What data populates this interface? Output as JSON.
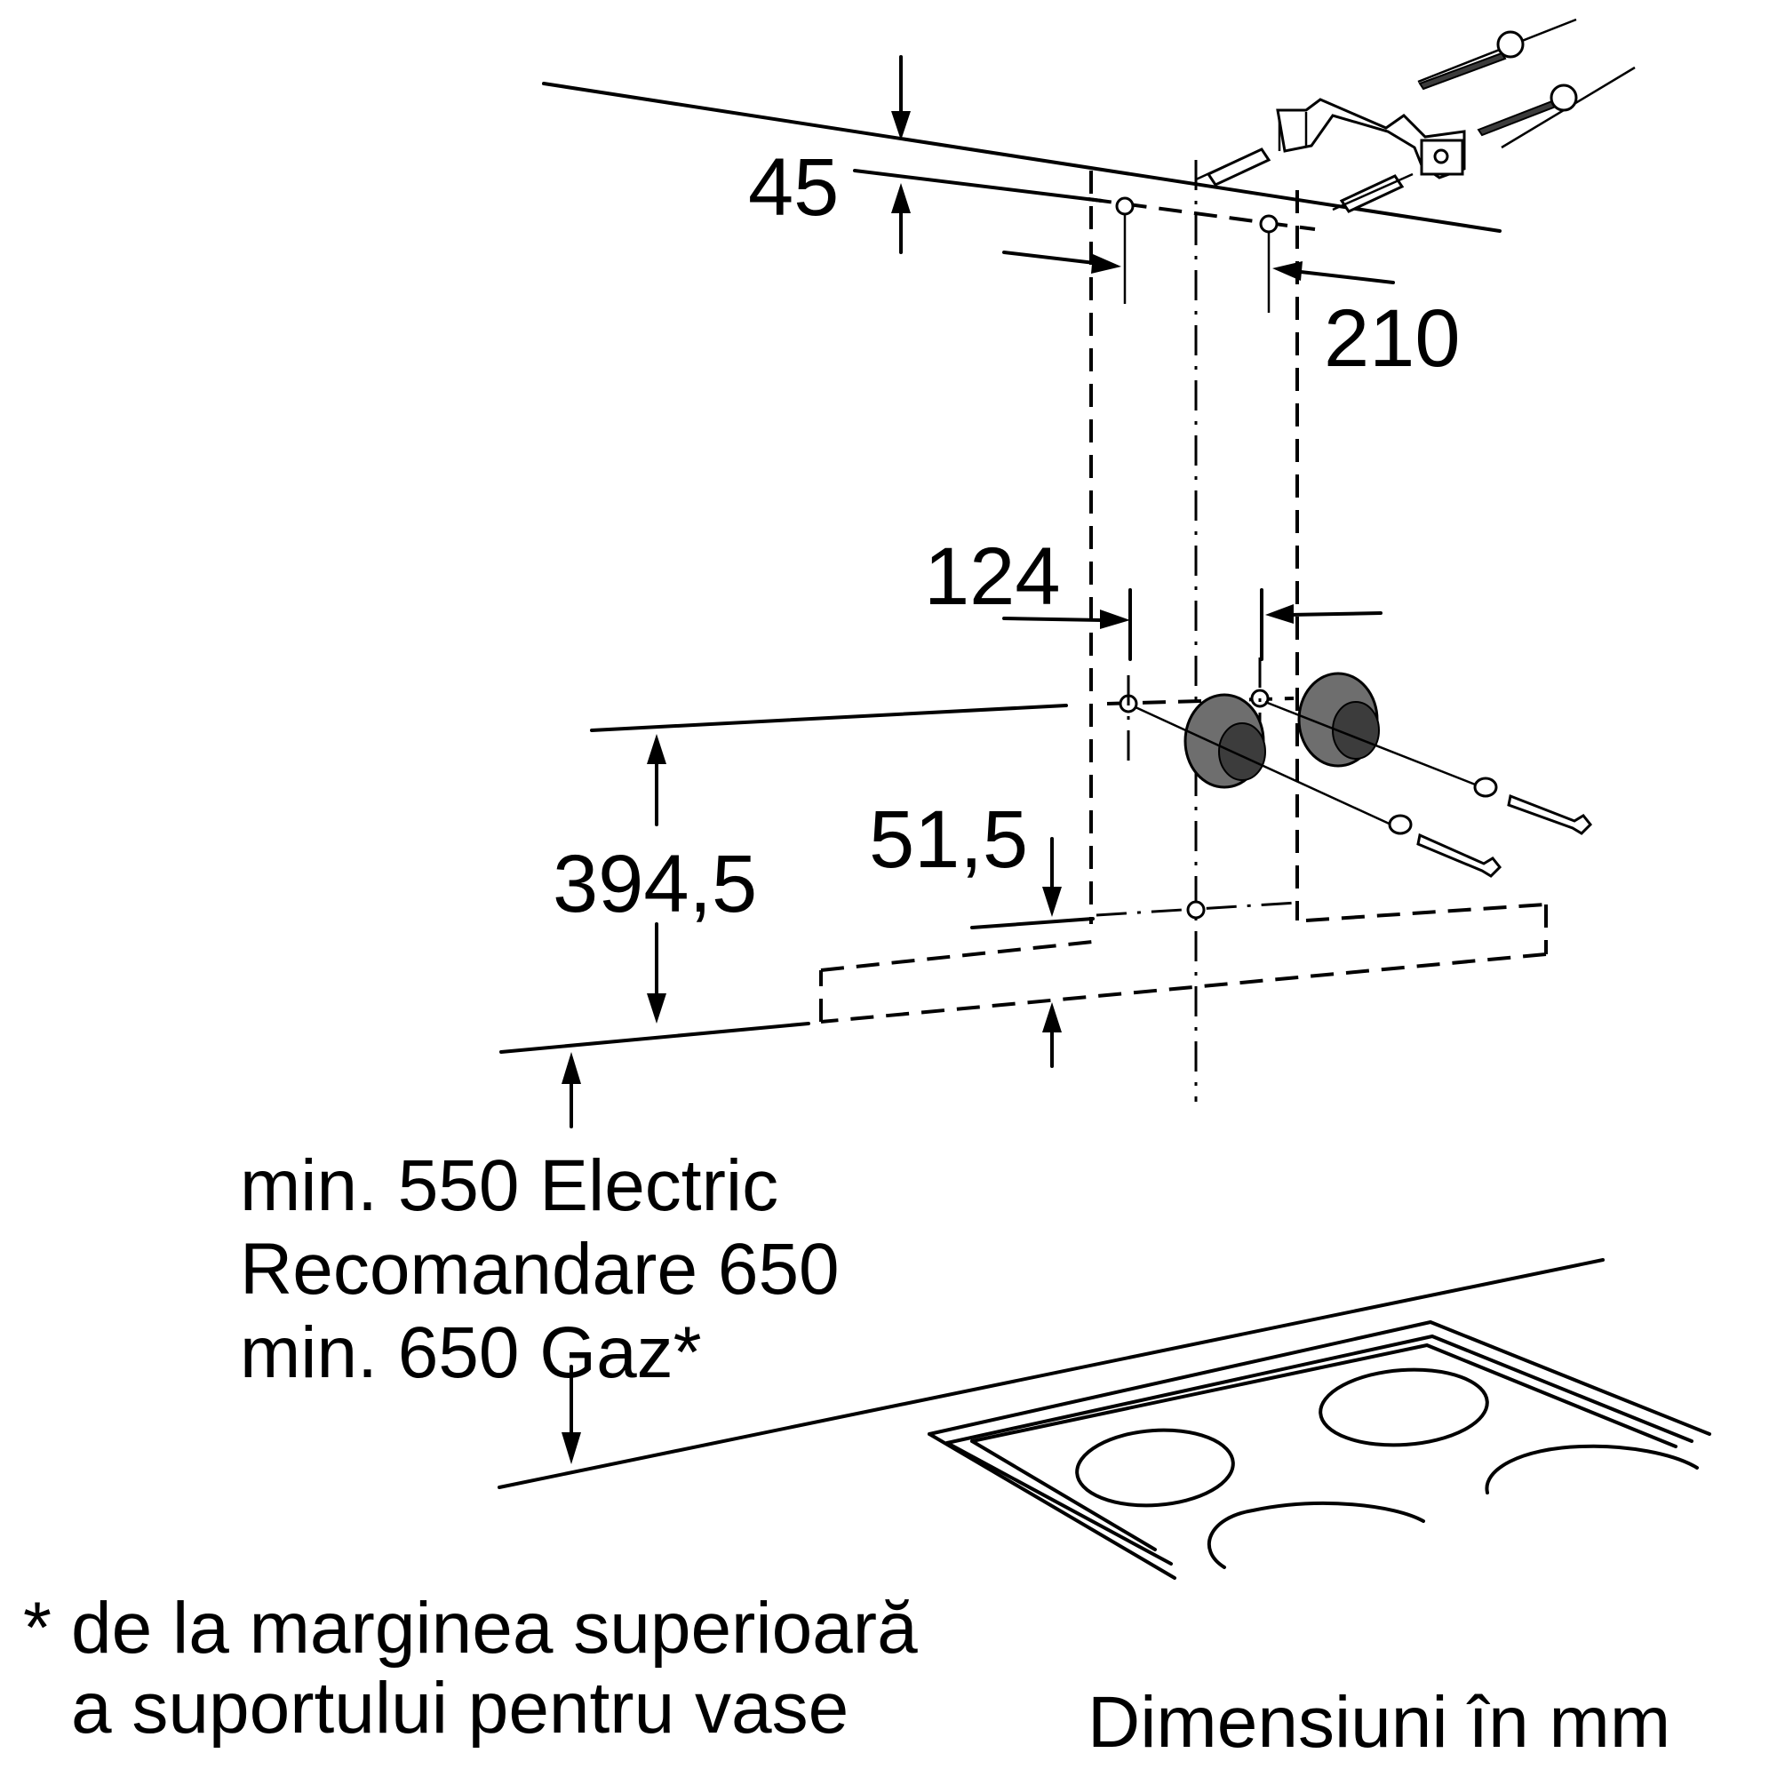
{
  "dimensions": {
    "d45": "45",
    "d210": "210",
    "d124": "124",
    "d51_5": "51,5",
    "d394_5": "394,5"
  },
  "clearance": {
    "line1": "min. 550 Electric",
    "line2": "Recomandare 650",
    "line3": "min. 650 Gaz*"
  },
  "footnote": {
    "star": "*",
    "line1": "de la marginea superioară",
    "line2": "a suportului pentru vase"
  },
  "units_note": "Dimensiuni în mm"
}
